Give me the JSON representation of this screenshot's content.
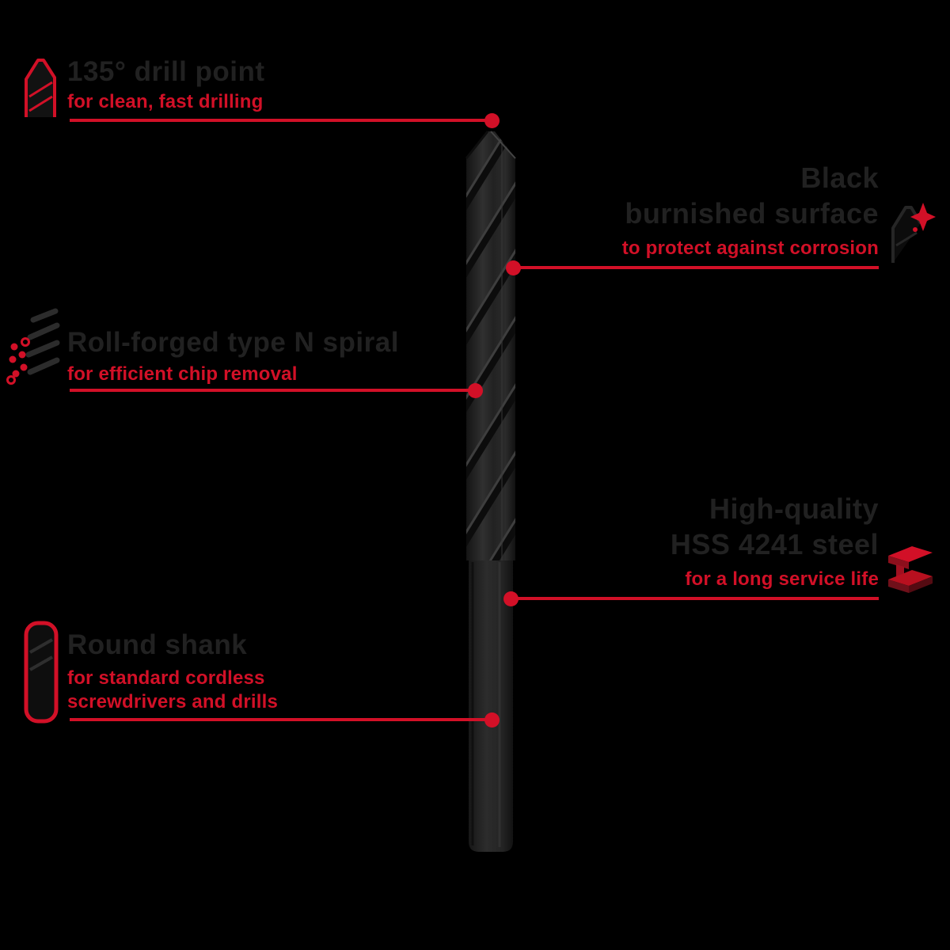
{
  "colors": {
    "background": "#000000",
    "accent_red": "#d21027",
    "heading_dark": "#212121",
    "drill_body": "#232323"
  },
  "callouts": {
    "drill_point": {
      "title": "135° drill point",
      "subtitle": "for clean, fast drilling"
    },
    "burnished": {
      "title1": "Black",
      "title2": "burnished surface",
      "subtitle": "to protect against corrosion"
    },
    "spiral": {
      "title": "Roll-forged type N spiral",
      "subtitle": "for efficient chip removal"
    },
    "steel": {
      "title1": "High-quality",
      "title2": "HSS 4241 steel",
      "subtitle": "for a long service life"
    },
    "shank": {
      "title": "Round shank",
      "subtitle1": "for standard cordless",
      "subtitle2": "screwdrivers and drills"
    }
  }
}
